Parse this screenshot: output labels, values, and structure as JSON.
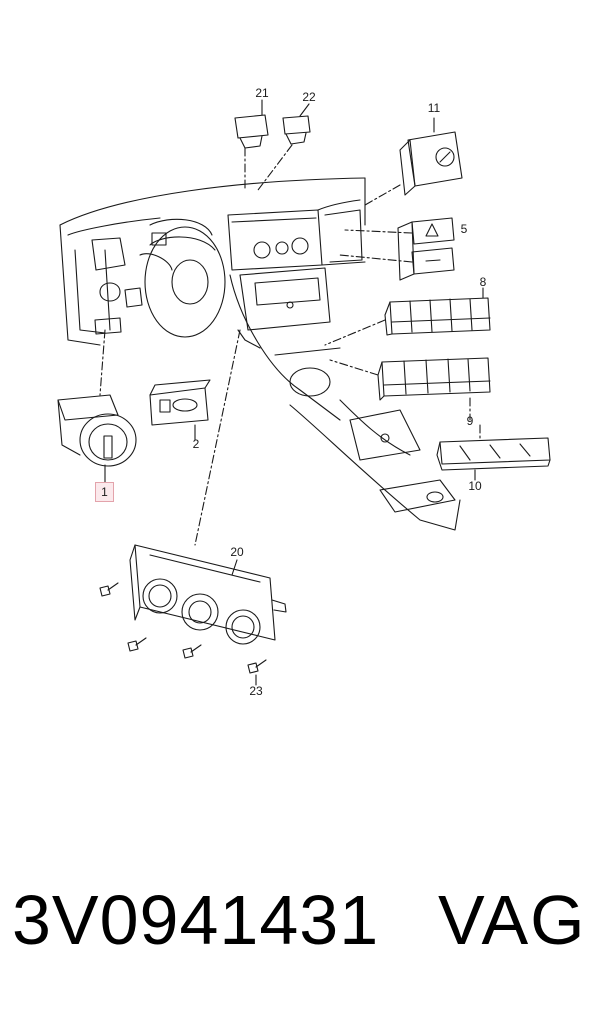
{
  "diagram": {
    "callouts": [
      "21",
      "22",
      "11",
      "5",
      "8",
      "9",
      "10",
      "2",
      "1",
      "20",
      "23"
    ],
    "highlighted_callout": "1",
    "highlight_color": "#e3a3ab"
  },
  "footer": {
    "part_number": "3V0941431",
    "brand": "VAG"
  }
}
